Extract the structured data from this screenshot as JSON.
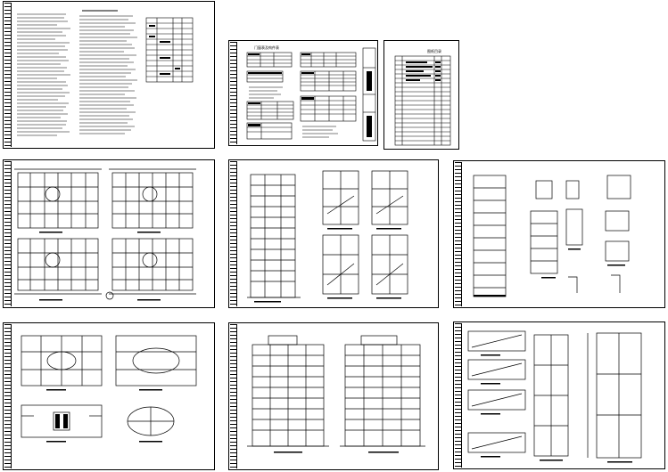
{
  "sheets": [
    {
      "id": "design-notes",
      "kind": "notes"
    },
    {
      "id": "door-window-schedule",
      "kind": "schedule",
      "title": "门窗表及构件表"
    },
    {
      "id": "drawing-list",
      "kind": "list",
      "title": "图纸目录"
    },
    {
      "id": "floor-plans",
      "kind": "plans"
    },
    {
      "id": "sections-stair-details",
      "kind": "sections"
    },
    {
      "id": "wall-details",
      "kind": "details"
    },
    {
      "id": "roof-plans",
      "kind": "roof"
    },
    {
      "id": "elevations",
      "kind": "elevations"
    },
    {
      "id": "stair-details",
      "kind": "stairs"
    }
  ],
  "colors": {
    "line": "#000000",
    "paper": "#ffffff"
  }
}
